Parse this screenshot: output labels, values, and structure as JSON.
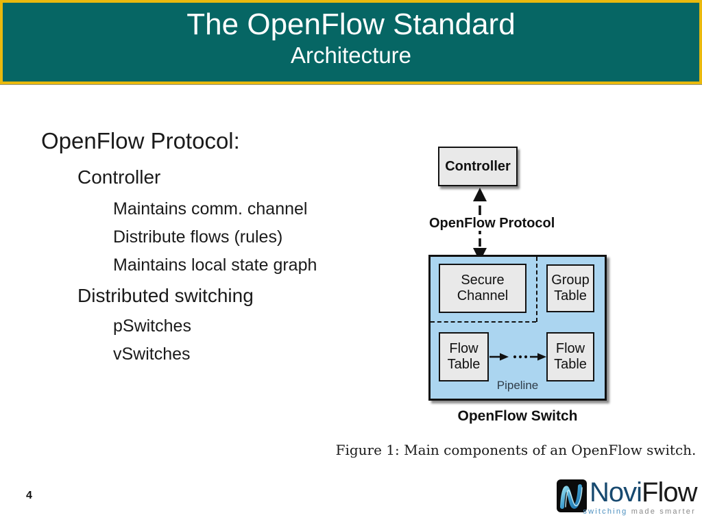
{
  "slide": {
    "title": "The OpenFlow Standard",
    "subtitle": "Architecture",
    "page_number": "4"
  },
  "bullets": [
    {
      "level": 1,
      "text": "OpenFlow Protocol:"
    },
    {
      "level": 2,
      "text": "Controller"
    },
    {
      "level": 3,
      "text": "Maintains comm. channel"
    },
    {
      "level": 3,
      "text": "Distribute flows (rules)"
    },
    {
      "level": 3,
      "text": "Maintains local state graph"
    },
    {
      "level": 2,
      "text": "Distributed switching"
    },
    {
      "level": 3,
      "text": "pSwitches"
    },
    {
      "level": 3,
      "text": "vSwitches"
    }
  ],
  "diagram": {
    "controller_label": "Controller",
    "protocol_label": "OpenFlow Protocol",
    "secure_channel_label": "Secure Channel",
    "group_table_label": "Group Table",
    "flow_table_left_label": "Flow Table",
    "flow_table_right_label": "Flow Table",
    "pipeline_label": "Pipeline",
    "switch_label": "OpenFlow Switch",
    "caption": "Figure 1: Main components of an OpenFlow switch."
  },
  "logo": {
    "name_part1": "Novi",
    "name_part2": "Flow",
    "tagline_part1": "switching",
    "tagline_part2": "made smarter"
  },
  "colors": {
    "header_bg": "#066664",
    "header_border": "#E9B90D",
    "switch_fill": "#ABD5F0",
    "box_fill": "#E9E9E9",
    "logo_navy": "#17496F",
    "logo_black": "#1A1A1A",
    "tagline_blue": "#4B8FBF",
    "tagline_gray": "#8A8A8A"
  }
}
